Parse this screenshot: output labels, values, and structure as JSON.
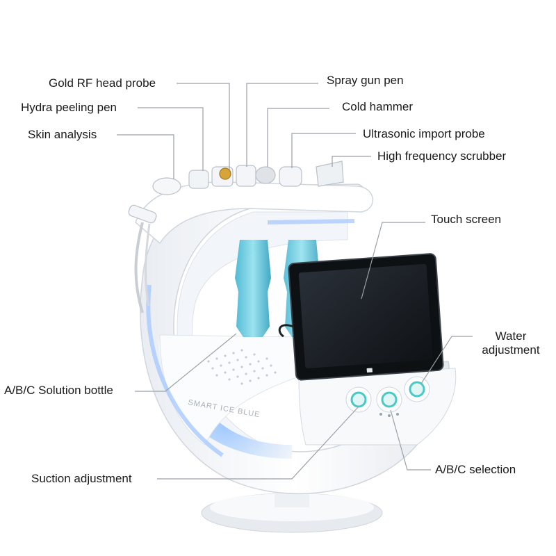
{
  "labels": {
    "gold_rf": "Gold RF head probe",
    "hydra_peeling": "Hydra peeling pen",
    "skin_analysis": "Skin analysis",
    "spray_gun": "Spray gun pen",
    "cold_hammer": "Cold hammer",
    "ultrasonic": "Ultrasonic import probe",
    "hf_scrubber": "High frequency scrubber",
    "touch_screen": "Touch screen",
    "water_adj": "Water adjustment",
    "solution_bottle": "A/B/C Solution bottle",
    "suction_adj": "Suction adjustment",
    "abc_selection": "A/B/C selection"
  },
  "device": {
    "brand_text": "SMART ICE BLUE"
  },
  "colors": {
    "shell": "#f4f6f8",
    "accent_blue": "#7fb7f0",
    "teal": "#48c9c5",
    "bottle": "#5dc3d8",
    "screen": "#1b1f24"
  }
}
